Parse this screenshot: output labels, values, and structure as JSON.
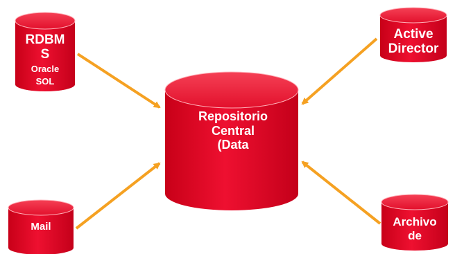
{
  "nodes": {
    "rdbms": {
      "title_line1": "RDBM",
      "title_line2": "S",
      "sub_line1": "Oracle",
      "sub_line2": "SQL"
    },
    "active_directory": {
      "line1": "Active",
      "line2": "Director"
    },
    "repository": {
      "line1": "Repositorio",
      "line2": "Central",
      "line3": "(Data"
    },
    "mail": {
      "line1": "Mail"
    },
    "archivo": {
      "line1": "Archivo",
      "line2": "de"
    }
  },
  "colors": {
    "cylinder_body": "#e30c2a",
    "cylinder_dark": "#b80018",
    "cylinder_top": "#ee2a44",
    "arrow": "#f5a122",
    "text": "#ffffff"
  }
}
